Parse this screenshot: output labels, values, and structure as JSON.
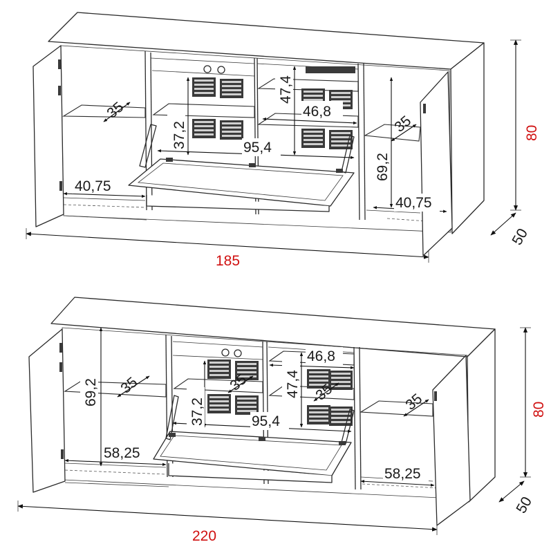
{
  "colors": {
    "line": "#2a2a2a",
    "overall_dimension": "#d01010",
    "inner_dimension": "#1a1a1a"
  },
  "top_unit": {
    "width": "185",
    "height": "80",
    "depth": "50",
    "inner": {
      "left_shelf": "35",
      "left_bottom": "40,75",
      "center_shelf_height": "37,2",
      "center_width": "95,4",
      "center_upper": "47,4",
      "center_right": "46,8",
      "right_shelf": "35",
      "right_height": "69,2",
      "right_bottom": "40,75"
    }
  },
  "bottom_unit": {
    "width": "220",
    "height": "80",
    "depth": "50",
    "inner": {
      "left_height": "69,2",
      "left_shelf": "35",
      "left_bottom": "58,25",
      "center_shelf_left": "35",
      "center_shelf_height": "37,2",
      "center_width": "95,4",
      "center_upper_right": "46,8",
      "center_upper": "47,4",
      "center_shelf_right": "35",
      "right_shelf": "35",
      "right_bottom": "58,25"
    }
  }
}
